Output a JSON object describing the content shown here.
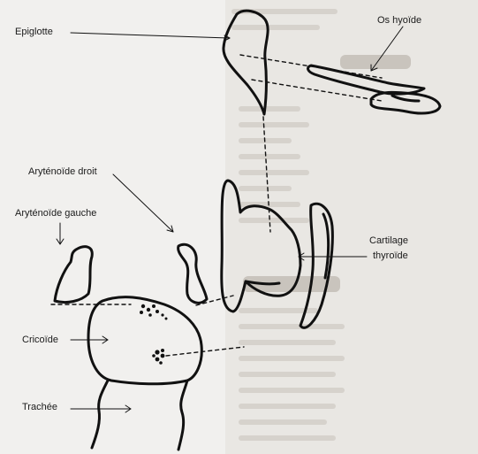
{
  "labels": {
    "epiglotte": "Epiglotte",
    "os_hyoide": "Os hyoïde",
    "arytenoide_droit": "Aryténoïde droit",
    "arytenoide_gauche": "Aryténoïde gauche",
    "cartilage_thyroide_1": "Cartilage",
    "cartilage_thyroide_2": "thyroïde",
    "cricoide": "Cricoïde",
    "trachee": "Trachée"
  },
  "colors": {
    "ink": "#111111",
    "paper": "#f1f0ee",
    "background_text": "#cfcbc6"
  }
}
